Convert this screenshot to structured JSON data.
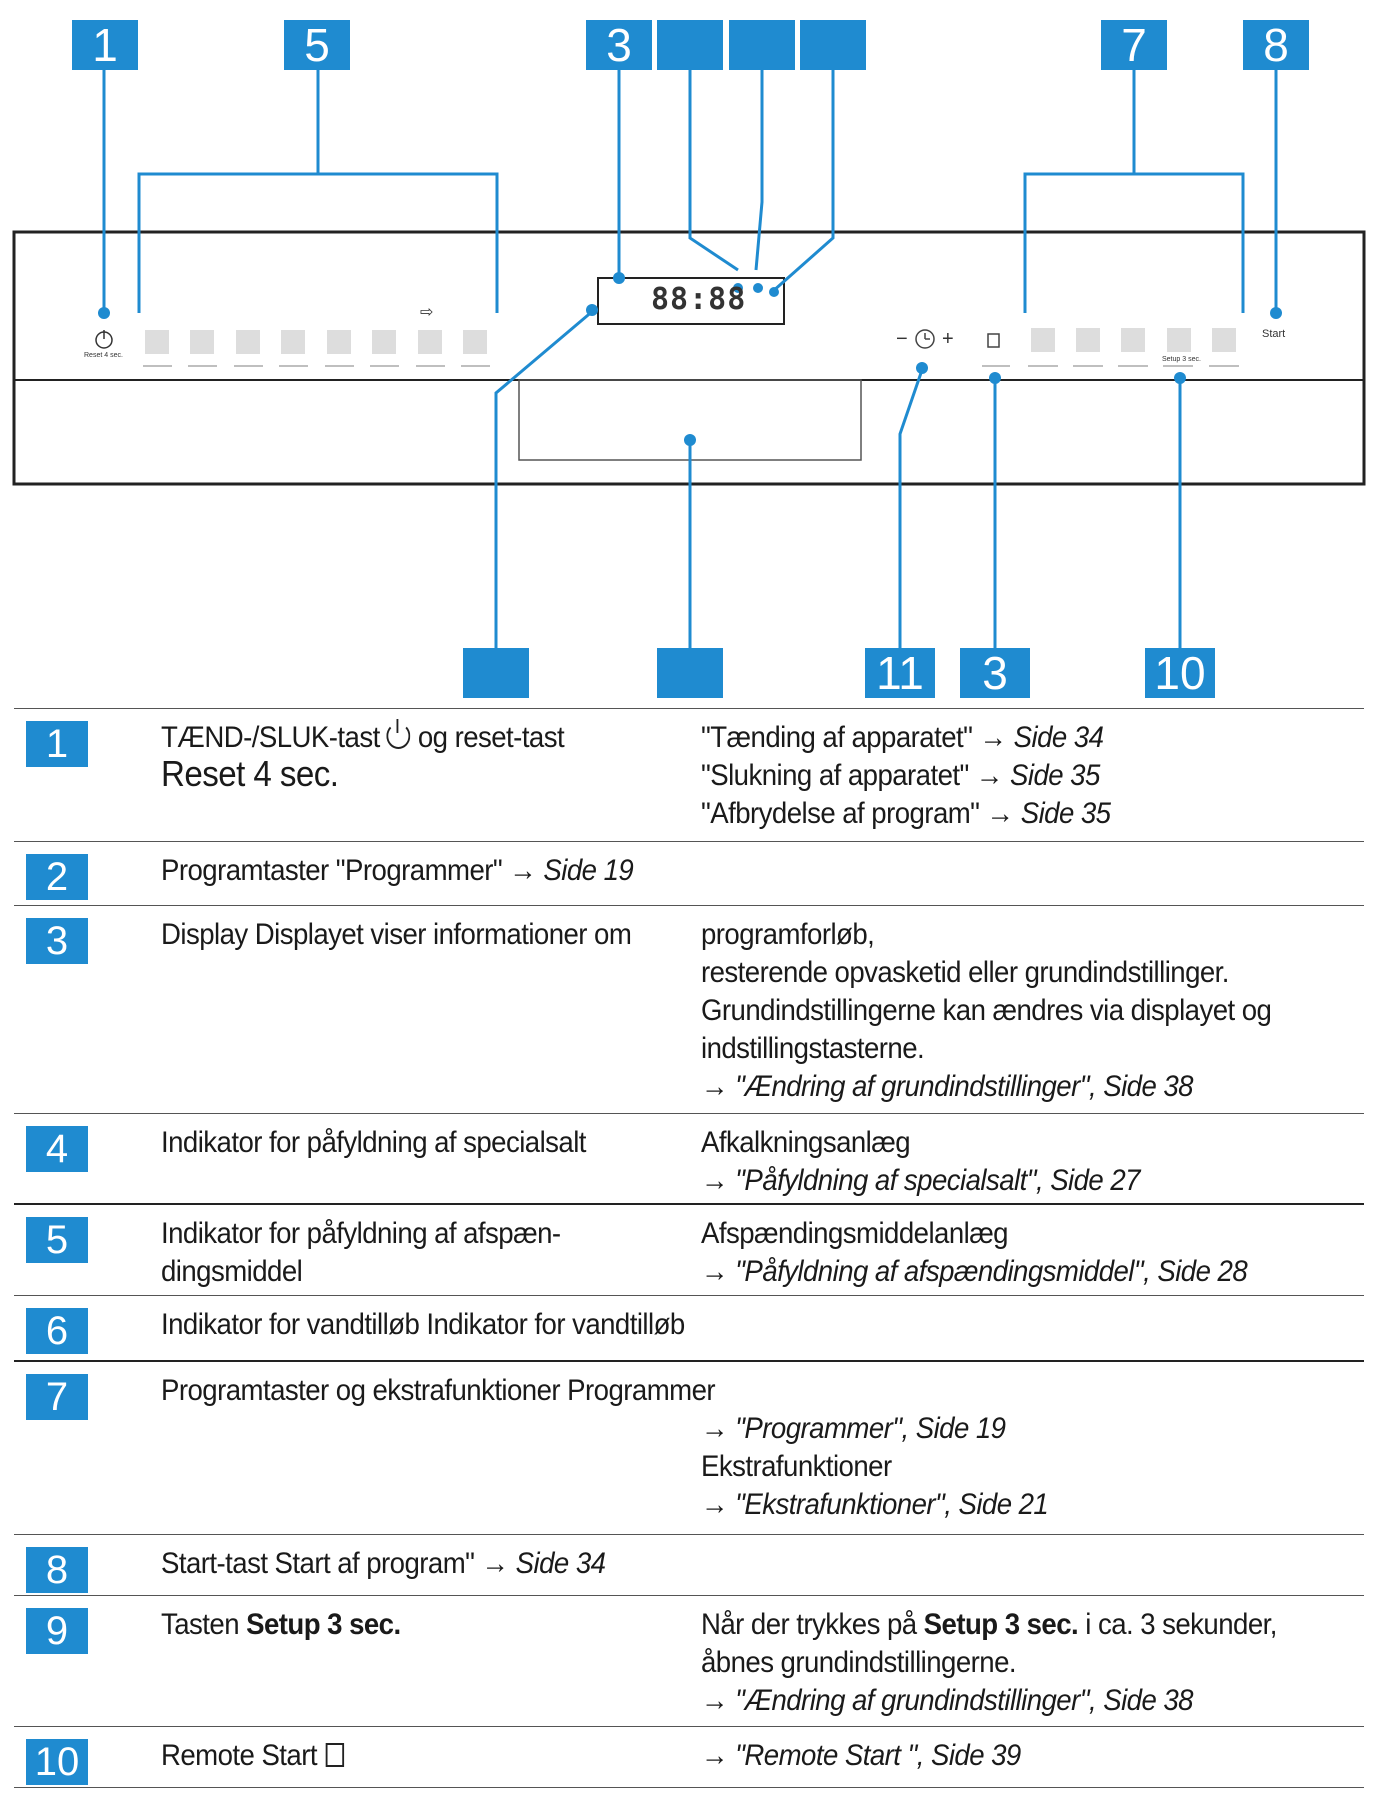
{
  "diagram": {
    "callouts_top": [
      "1",
      "5",
      "3",
      "",
      "",
      "",
      "7",
      "8"
    ],
    "callouts_bottom": [
      "",
      "",
      "11",
      "3",
      "10"
    ],
    "panel": {
      "reset_label": "Reset 4 sec.",
      "display_digits": "88:88",
      "timer_minus": "−",
      "timer_plus": "+",
      "setup_label": "Setup 3 sec.",
      "start_label": "Start",
      "arrow_glyph": "⇨"
    }
  },
  "legend": [
    {
      "num": "1",
      "label": "TÆND-/SLUK-tast",
      "label_suffix": "og reset-tast",
      "label_big": "Reset 4 sec.",
      "desc_lines": [
        {
          "text": "\"Tænding af apparatet\" → ",
          "ref": "Side 34"
        },
        {
          "text": "\"Slukning af apparatet\" → ",
          "ref": "Side 35"
        },
        {
          "text": "\"Afbrydelse af program\" → ",
          "ref": "Side 35"
        }
      ]
    },
    {
      "num": "2",
      "label": "Programtaster \"Programmer\" → ",
      "label_ref": "Side 19"
    },
    {
      "num": "3",
      "label": "Display Displayet viser informationer om",
      "desc_lines": [
        {
          "text": "programforløb,"
        },
        {
          "text": "resterende opvasketid eller grundindstillinger."
        },
        {
          "text": "Grundindstillingerne kan ændres via displayet og"
        },
        {
          "text": "indstillingstasterne."
        },
        {
          "text": "→ ",
          "ref": "\"Ændring af grundindstillinger\", Side 38"
        }
      ]
    },
    {
      "num": "4",
      "label": "Indikator for påfyldning af specialsalt",
      "desc_lines": [
        {
          "text": "Afkalkningsanlæg"
        },
        {
          "text": "→ ",
          "ref": "\"Påfyldning af specialsalt\", Side 27"
        }
      ]
    },
    {
      "num": "5",
      "label": "Indikator for påfyldning af afspæn-",
      "label_line2": "dingsmiddel",
      "desc_lines": [
        {
          "text": "Afspændingsmiddelanlæg"
        },
        {
          "text": "→ ",
          "ref": "\"Påfyldning af afspændingsmiddel\", Side 28"
        }
      ]
    },
    {
      "num": "6",
      "label": "Indikator for vandtilløb Indikator for vandtilløb"
    },
    {
      "num": "7",
      "label": "Programtaster og ekstrafunktioner Programmer",
      "desc_lines": [
        {
          "text": "→ ",
          "ref": "\"Programmer\", Side 19"
        },
        {
          "text": "Ekstrafunktioner"
        },
        {
          "text": "→ ",
          "ref": "\"Ekstrafunktioner\", Side 21"
        }
      ]
    },
    {
      "num": "8",
      "label": "Start-tast Start af program\" → ",
      "label_ref": "Side 34"
    },
    {
      "num": "9",
      "label": "Tasten",
      "label_bold": "Setup 3 sec.",
      "desc_lines": [
        {
          "text": "Når der trykkes på ",
          "bold": "Setup 3 sec.",
          "after": " i ca. 3 sekunder,"
        },
        {
          "text": "åbnes grundindstillingerne."
        },
        {
          "text": "→ ",
          "ref": "\"Ændring af grundindstillinger\", Side 38"
        }
      ]
    },
    {
      "num": "10",
      "label": "Remote Start",
      "desc_lines": [
        {
          "text": "→ ",
          "ref": "\"Remote Start  \", Side 39"
        }
      ]
    }
  ],
  "colors": {
    "accent": "#1f8bd0",
    "line": "#1f8bd0",
    "panel_border": "#222222"
  }
}
